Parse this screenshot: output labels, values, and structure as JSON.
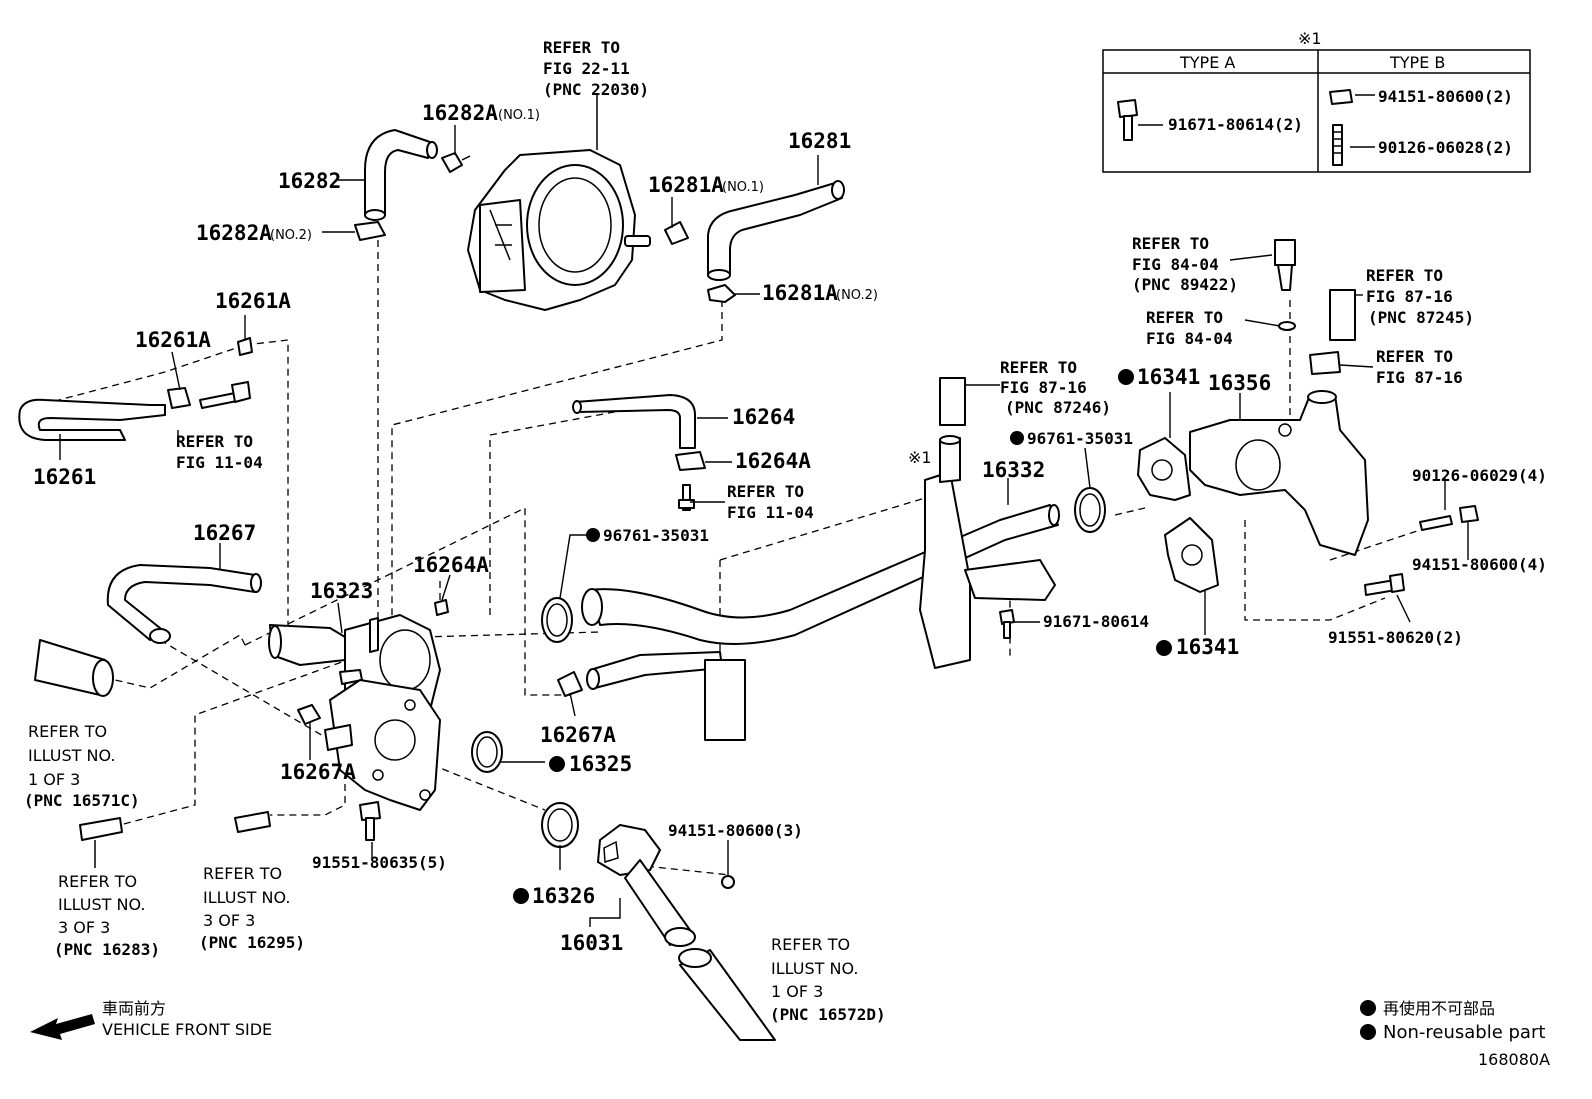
{
  "labels": {
    "p16282": "16282",
    "p16282a1": "16282A",
    "p16282a1_sub": "(NO.1)",
    "p16282a2": "16282A",
    "p16282a2_sub": "(NO.2)",
    "p16281": "16281",
    "p16281a1": "16281A",
    "p16281a1_sub": "(NO.1)",
    "p16281a2": "16281A",
    "p16281a2_sub": "(NO.2)",
    "p16261a_top": "16261A",
    "p16261a_left": "16261A",
    "p16261": "16261",
    "p16264": "16264",
    "p16264a_right": "16264A",
    "p16264a_mid": "16264A",
    "p16267": "16267",
    "p16323": "16323",
    "p16267a_mid": "16267A",
    "p16267a_left": "16267A",
    "p16325": "16325",
    "p16326": "16326",
    "p16031": "16031",
    "p16332": "16332",
    "p16341_top": "16341",
    "p16341_bottom": "16341",
    "p16356": "16356",
    "p96761_a": "96761-35031",
    "p96761_b": "96761-35031",
    "p91671": "91671-80614",
    "p90126_4": "90126-06029(4)",
    "p94151_4": "94151-80600(4)",
    "p91551_2": "91551-80620(2)",
    "p94151_3": "94151-80600(3)",
    "p91551_5": "91551-80635(5)"
  },
  "refs": {
    "throttle": [
      "REFER TO",
      "FIG 22-11",
      "(PNC 22030)"
    ],
    "fig1104_a": [
      "REFER TO",
      "FIG 11-04"
    ],
    "fig1104_b": [
      "REFER TO",
      "FIG 11-04"
    ],
    "fig8716_mid": [
      "REFER TO",
      "FIG 87-16",
      "(PNC 87246)"
    ],
    "fig8404_a": [
      "REFER TO",
      "FIG 84-04",
      "(PNC 89422)"
    ],
    "fig8404_b": [
      "REFER TO",
      "FIG 84-04"
    ],
    "fig8716_a": [
      "REFER TO",
      "FIG 87-16",
      "(PNC 87245)"
    ],
    "fig8716_b": [
      "REFER TO",
      "FIG 87-16"
    ],
    "illust_1of3_left": [
      "REFER TO",
      "ILLUST NO.",
      "1 OF 3",
      "(PNC 16571C)"
    ],
    "illust_3of3_a": [
      "REFER TO",
      "ILLUST NO.",
      "3 OF 3",
      "(PNC 16283)"
    ],
    "illust_3of3_b": [
      "REFER TO",
      "ILLUST NO.",
      "3 OF 3",
      "(PNC 16295)"
    ],
    "illust_1of3_bottom": [
      "REFER TO",
      "ILLUST NO.",
      "1 OF 3",
      "(PNC 16572D)"
    ]
  },
  "notes": {
    "mark": "※1",
    "mark_mid": "※1",
    "front_jp": "車両前方",
    "front_en": "VEHICLE FRONT SIDE",
    "legend_jp": "再使用不可部品",
    "legend_en": "Non-reusable part",
    "figure_id": "168080A"
  },
  "table": {
    "mark": "※1",
    "col_a": "TYPE A",
    "col_b": "TYPE B",
    "a_part": "91671-80614(2)",
    "b_part1": "94151-80600(2)",
    "b_part2": "90126-06028(2)"
  }
}
